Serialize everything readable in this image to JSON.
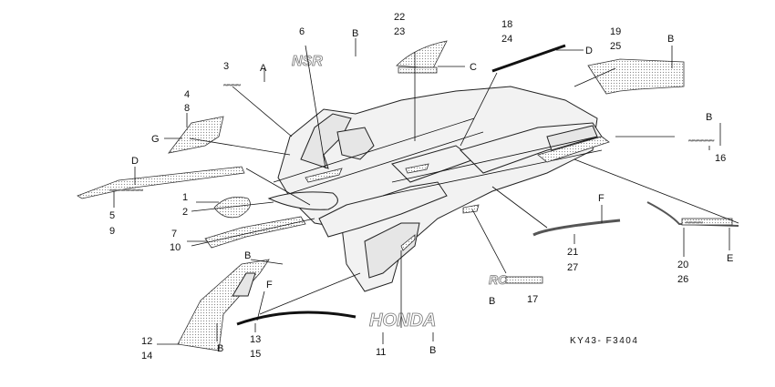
{
  "diagram": {
    "code": "KY43- F3404",
    "emblem_texts": {
      "tank": "NSR",
      "honda": "HONDA",
      "nsr_small": "NSR",
      "rc": "RC",
      "stripe_d": "~~~~~~~",
      "side_a": "~~~~",
      "right_b": "~~~~~~",
      "tail_e": "~~~~"
    },
    "labels": [
      {
        "id": "l1",
        "text": "1"
      },
      {
        "id": "l2",
        "text": "2"
      },
      {
        "id": "l3",
        "text": "3"
      },
      {
        "id": "l4",
        "text": "4"
      },
      {
        "id": "l5",
        "text": "5"
      },
      {
        "id": "l6",
        "text": "6"
      },
      {
        "id": "l7",
        "text": "7"
      },
      {
        "id": "l8",
        "text": "8"
      },
      {
        "id": "l9",
        "text": "9"
      },
      {
        "id": "l10",
        "text": "10"
      },
      {
        "id": "l11",
        "text": "11"
      },
      {
        "id": "l12",
        "text": "12"
      },
      {
        "id": "l13",
        "text": "13"
      },
      {
        "id": "l14",
        "text": "14"
      },
      {
        "id": "l15",
        "text": "15"
      },
      {
        "id": "l16",
        "text": "16"
      },
      {
        "id": "l17",
        "text": "17"
      },
      {
        "id": "l18",
        "text": "18"
      },
      {
        "id": "l19",
        "text": "19"
      },
      {
        "id": "l20",
        "text": "20"
      },
      {
        "id": "l21",
        "text": "21"
      },
      {
        "id": "l22",
        "text": "22"
      },
      {
        "id": "l23",
        "text": "23"
      },
      {
        "id": "l24",
        "text": "24"
      },
      {
        "id": "l25",
        "text": "25"
      },
      {
        "id": "l26",
        "text": "26"
      },
      {
        "id": "l27",
        "text": "27"
      }
    ],
    "letters": {
      "A": "A",
      "B": "B",
      "C": "C",
      "D": "D",
      "E": "E",
      "F": "F",
      "G": "G"
    }
  }
}
